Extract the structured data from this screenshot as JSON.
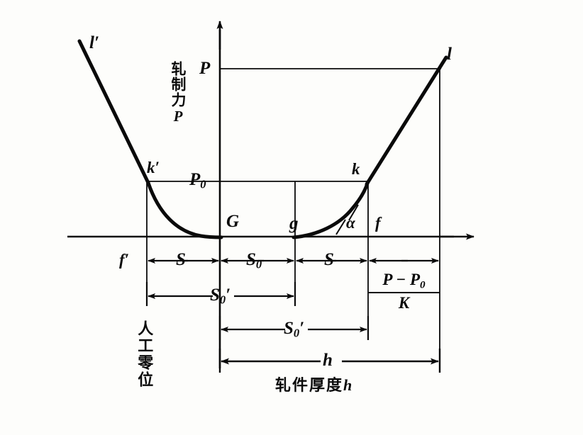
{
  "figure": {
    "background_color": "#fdfdfb",
    "ink_color": "#0a0a0a",
    "axes": {
      "y_axis_label": "轧制力",
      "y_axis_label_symbol": "P",
      "x_axis_caption": "轧件厚度",
      "x_axis_caption_symbol": "h"
    },
    "labels": {
      "curve_left": "l",
      "curve_left_prime": "′",
      "curve_right": "l",
      "point_k_left": "k",
      "point_k_left_prime": "′",
      "point_k_right": "k",
      "force_upper": "P",
      "force_lower": "P",
      "force_lower_sub": "0",
      "origin_G": "G",
      "point_g": "g",
      "point_f_left": "f",
      "point_f_left_prime": "′",
      "point_f_right": "f",
      "angle_alpha": "α",
      "left_vertical_caption": "人工零位"
    },
    "dimensions": {
      "row1": [
        {
          "name": "gap-left",
          "label": "S"
        },
        {
          "name": "gap-center",
          "label": "S",
          "sub": "0"
        },
        {
          "name": "gap-right",
          "label": "S"
        },
        {
          "name": "mill-stretch",
          "numerator": "P − P",
          "numerator_sub": "0",
          "denominator": "K"
        }
      ],
      "row2": {
        "name": "no-load-gap-left",
        "label": "S",
        "sub": "0",
        "prime": "′"
      },
      "row3": {
        "name": "no-load-gap-right",
        "label": "S",
        "sub": "0",
        "prime": "′"
      },
      "row4": {
        "name": "thickness",
        "label": "h"
      }
    }
  },
  "chart_data": {
    "type": "line",
    "title": "",
    "xlabel": "轧件厚度h",
    "ylabel": "轧制力P",
    "grid": false,
    "legend": "none",
    "annotations": [
      "l′",
      "l",
      "k′",
      "k",
      "P",
      "P₀",
      "G",
      "g",
      "f′",
      "f",
      "α",
      "S",
      "S₀",
      "S₀′",
      "h",
      "(P−P₀)/K",
      "人工零位"
    ],
    "series": [
      {
        "name": "mill-spring-line-left",
        "type": "line",
        "points": [
          [
            112,
            58
          ],
          [
            207,
            256
          ]
        ]
      },
      {
        "name": "mill-spring-line-right",
        "type": "line",
        "points": [
          [
            519,
            258
          ],
          [
            628,
            82
          ]
        ]
      },
      {
        "name": "plastic-curve-left",
        "type": "curve",
        "points": [
          [
            207,
            256
          ],
          [
            245,
            310
          ],
          [
            290,
            332
          ],
          [
            310,
            334
          ]
        ]
      },
      {
        "name": "plastic-curve-right",
        "type": "curve",
        "points": [
          [
            416,
            334
          ],
          [
            470,
            320
          ],
          [
            505,
            285
          ],
          [
            519,
            258
          ]
        ]
      }
    ],
    "reference_lines": [
      {
        "name": "P-level",
        "orientation": "horizontal",
        "y": 97,
        "x_from": 310,
        "x_to": 620
      },
      {
        "name": "P0-level",
        "orientation": "horizontal",
        "y": 256,
        "x_from": 207,
        "x_to": 519
      },
      {
        "name": "x-axis",
        "orientation": "horizontal",
        "y": 334,
        "x_from": 95,
        "x_to": 670
      },
      {
        "name": "y-axis",
        "orientation": "vertical",
        "x": 310,
        "y_from": 28,
        "y_to": 520
      },
      {
        "name": "f-prime-vertical",
        "orientation": "vertical",
        "x": 207,
        "y_from": 256,
        "y_to": 425
      },
      {
        "name": "g-vertical",
        "orientation": "vertical",
        "x": 416,
        "y_from": 256,
        "y_to": 425
      },
      {
        "name": "k-vertical",
        "orientation": "vertical",
        "x": 519,
        "y_from": 258,
        "y_to": 472
      },
      {
        "name": "l-vertical",
        "orientation": "vertical",
        "x": 620,
        "y_from": 97,
        "y_to": 518
      }
    ]
  }
}
